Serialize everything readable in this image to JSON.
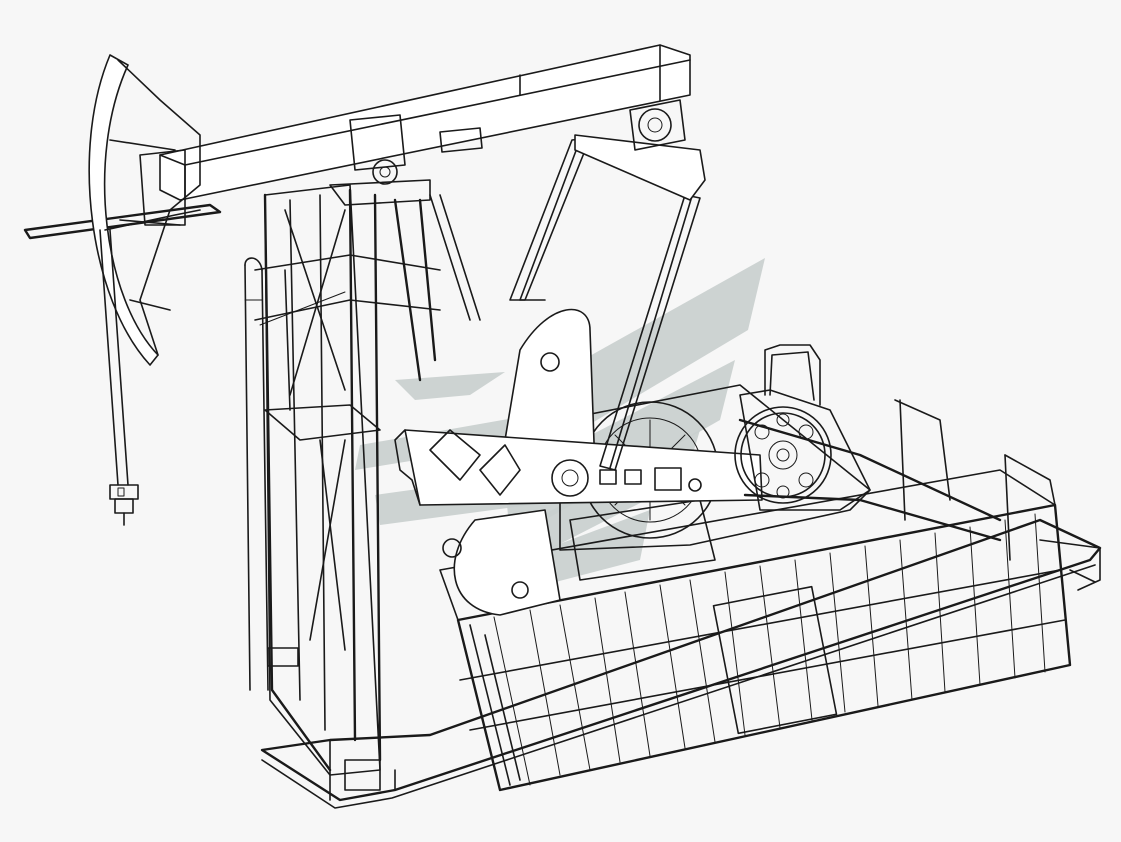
{
  "figure": {
    "subject": "pumpjack-isometric-line-drawing",
    "background_color": "#f7f7f7",
    "line_color": "#1a1a1a",
    "watermark_color": "#c9cfce"
  },
  "parts": [
    {
      "name": "horsehead",
      "icon": "horsehead-icon"
    },
    {
      "name": "walking-beam",
      "icon": "beam-icon"
    },
    {
      "name": "samson-post",
      "icon": "tower-icon"
    },
    {
      "name": "pitman-arms",
      "icon": "arm-icon"
    },
    {
      "name": "crank-counterweights",
      "icon": "counterweight-icon"
    },
    {
      "name": "gearbox",
      "icon": "gearbox-icon"
    },
    {
      "name": "motor-pulley",
      "icon": "pulley-icon"
    },
    {
      "name": "belt-guard",
      "icon": "belt-icon"
    },
    {
      "name": "safety-fence",
      "icon": "fence-icon"
    },
    {
      "name": "base-frame",
      "icon": "frame-icon"
    },
    {
      "name": "polished-rod-bridle",
      "icon": "bridle-icon"
    },
    {
      "name": "ladder",
      "icon": "ladder-icon"
    }
  ]
}
